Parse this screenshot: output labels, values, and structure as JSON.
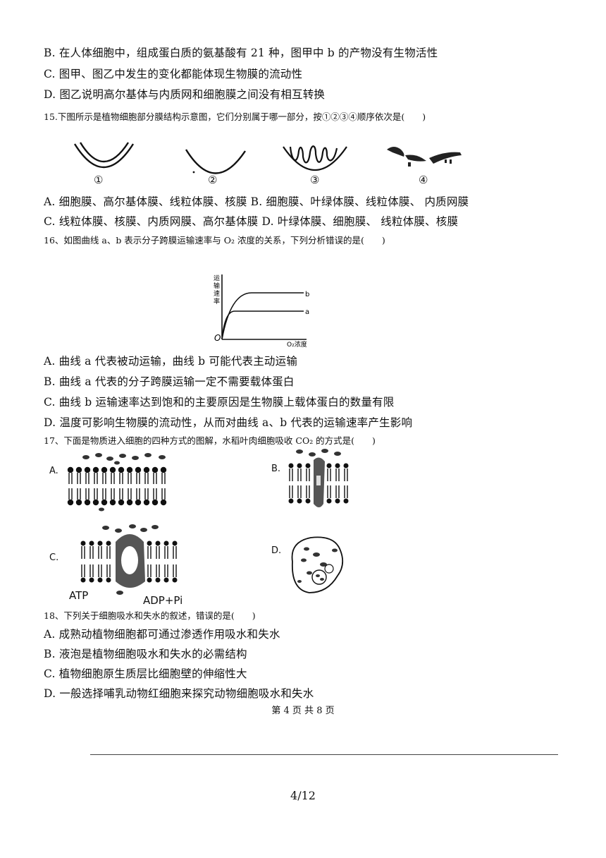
{
  "q14_options": {
    "B": "B.  在人体细胞中，组成蛋白质的氨基酸有 21 种，图甲中 b 的产物没有生物活性",
    "C": "C.  图甲、图乙中发生的变化都能体现生物膜的流动性",
    "D": "D.  图乙说明高尔基体与内质网和细胞膜之间没有相互转换"
  },
  "q15": {
    "stem": "15.下图所示是植物细胞部分膜结构示意图，它们分别属于哪一部分，按①②③④顺序依次是(　　)",
    "labels": [
      "①",
      "②",
      "③",
      "④"
    ],
    "option_line1": "A.  细胞膜、高尔基体膜、线粒体膜、核膜 B.  细胞膜、叶绿体膜、线粒体膜、  内质网膜",
    "option_line2": "C.  线粒体膜、核膜、内质网膜、高尔基体膜  D.  叶绿体膜、细胞膜、  线粒体膜、核膜"
  },
  "q16": {
    "stem": "16、如图曲线 a、b 表示分子跨膜运输速率与 O₂ 浓度的关系，下列分析错误的是(　　)",
    "graph": {
      "ylabel": [
        "运",
        "输",
        "速",
        "率"
      ],
      "xlabel": "O₂浓度",
      "origin": "O",
      "curve_b": "b",
      "curve_a": "a"
    },
    "options": {
      "A": "A.  曲线 a 代表被动运输，曲线  b 可能代表主动运输",
      "B": "B.  曲线  a 代表的分子跨膜运输一定不需要载体蛋白",
      "C": "C.  曲线 b 运输速率达到饱和的主要原因是生物膜上载体蛋白的数量有限",
      "D": "D.  温度可影响生物膜的流动性，从而对曲线 a、b 代表的运输速率产生影响"
    }
  },
  "q17": {
    "stem": "17、下面是物质进入细胞的四种方式的图解，水稻叶肉细胞吸收 CO₂ 的方式是(　　)",
    "labels": {
      "A": "A.",
      "B": "B.",
      "C": "C.",
      "D": "D."
    },
    "atp": "ATP",
    "adp": "ADP+Pi"
  },
  "q18": {
    "stem": "18、下列关于细胞吸水和失水的叙述，错误的是(　　)",
    "options": {
      "A": "A.  成熟动植物细胞都可通过渗透作用吸水和失水",
      "B": "B.  液泡是植物细胞吸水和失水的必需结构",
      "C": "C.  植物细胞原生质层比细胞壁的伸缩性大",
      "D": "D.  一般选择哺乳动物红细胞来探究动物细胞吸水和失水"
    }
  },
  "footer": "第 4  页  共  8 页",
  "page_number": "4/12"
}
